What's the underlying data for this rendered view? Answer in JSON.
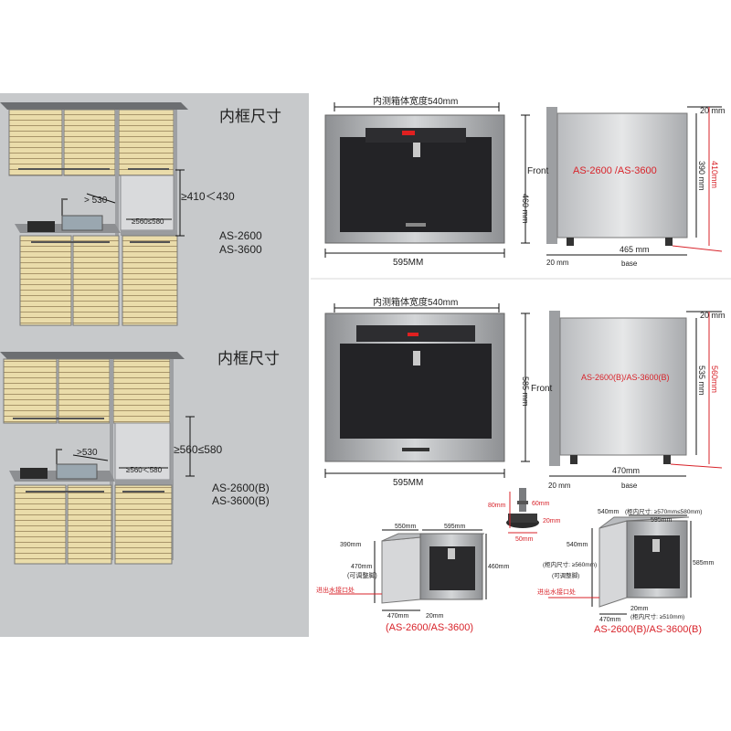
{
  "left": {
    "title_top": "内框尺寸",
    "title_bottom": "内框尺寸",
    "top_dims": {
      "depth": "> 530",
      "height": "≥410＜430",
      "width": "≥560≤580"
    },
    "top_models": [
      "AS-2600",
      "AS-3600"
    ],
    "bottom_dims": {
      "depth": ">530",
      "height": "≥560≤580",
      "width": "≥560＜580"
    },
    "bottom_models": [
      "AS-2600(B)",
      "AS-3600(B)"
    ]
  },
  "front1": {
    "top_label": "内测箱体宽度540mm",
    "height": "460 mm",
    "width": "595MM"
  },
  "side1": {
    "front": "Front",
    "model": "AS-2600 /AS-3600",
    "top": "20 mm",
    "height_black": "390 mm",
    "height_red": "410mm",
    "base_width": "465 mm",
    "left_gap": "20 mm",
    "base": "base"
  },
  "front2": {
    "top_label": "内测箱体宽度540mm",
    "height": "585 mm",
    "width": "595MM"
  },
  "side2": {
    "front": "Front",
    "model": "AS-2600(B)/AS-3600(B)",
    "top": "20 mm",
    "height_black": "535 mm",
    "height_red": "560mm",
    "base_width": "470mm",
    "left_gap": "20 mm",
    "base": "base"
  },
  "foot": {
    "height": "80mm",
    "stem": "60mm",
    "side": "20mm",
    "width": "50mm"
  },
  "iso1": {
    "w1": "550mm",
    "w2": "595mm",
    "h_top": "390mm",
    "h_mid": "470mm",
    "adjust": "(可调整脚)",
    "h_right": "460mm",
    "bottom_a": "470mm",
    "bottom_b": "20mm",
    "outlet": "进出水接口处",
    "caption": "(AS-2600/AS-3600)"
  },
  "iso2": {
    "top_a": "540mm",
    "top_b": "(柜内尺寸: ≥570mm≤580mm)",
    "top_c": "595mm",
    "left_top": "540mm",
    "inner": "(柜内尺寸: ≥560mm)",
    "adjust": "(可调整脚)",
    "right": "585mm",
    "outlet": "进出水接口处",
    "bottom_a": "20mm",
    "bottom_b": "(柜内尺寸: ≥510mm)",
    "bottom_c": "470mm",
    "caption": "AS-2600(B)/AS-3600(B)"
  },
  "colors": {
    "panel_gray": "#c7c9cb",
    "wood": "#e8d9a8",
    "red": "#d8232a",
    "dark": "#2a2a2c"
  }
}
